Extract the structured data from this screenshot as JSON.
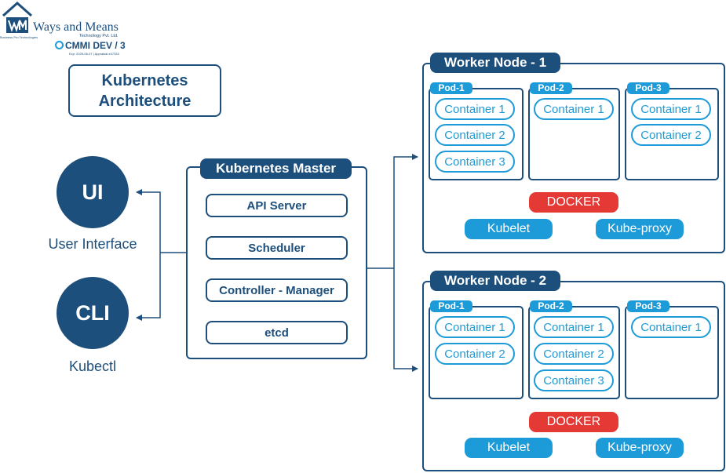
{
  "logo": {
    "name": "Ways and Means",
    "subtitle": "Technology Pvt. Ltd.",
    "tagline": "Business Pro Technologies",
    "cmmi": "CMMI DEV / 3",
    "appraisal": "Exp: 2025-06-07 | Appraisal #47333",
    "icon": "wm-logo-icon"
  },
  "title": "Kubernetes Architecture",
  "ui": {
    "label": "UI",
    "caption": "User Interface"
  },
  "cli": {
    "label": "CLI",
    "caption": "Kubectl"
  },
  "master": {
    "label": "Kubernetes Master",
    "components": [
      "API Server",
      "Scheduler",
      "Controller - Manager",
      "etcd"
    ]
  },
  "workers": [
    {
      "label": "Worker Node - 1",
      "pods": [
        {
          "label": "Pod-1",
          "containers": [
            "Container 1",
            "Container 2",
            "Container 3"
          ]
        },
        {
          "label": "Pod-2",
          "containers": [
            "Container 1"
          ]
        },
        {
          "label": "Pod-3",
          "containers": [
            "Container 1",
            "Container 2"
          ]
        }
      ],
      "docker": "DOCKER",
      "kubelet": "Kubelet",
      "kube_proxy": "Kube-proxy"
    },
    {
      "label": "Worker Node - 2",
      "pods": [
        {
          "label": "Pod-1",
          "containers": [
            "Container 1",
            "Container 2"
          ]
        },
        {
          "label": "Pod-2",
          "containers": [
            "Container 1",
            "Container 2",
            "Container 3"
          ]
        },
        {
          "label": "Pod-3",
          "containers": [
            "Container 1"
          ]
        }
      ],
      "docker": "DOCKER",
      "kubelet": "Kubelet",
      "kube_proxy": "Kube-proxy"
    }
  ],
  "colors": {
    "navy": "#1d4f7c",
    "blue": "#1d9bd8",
    "red": "#e53935"
  }
}
